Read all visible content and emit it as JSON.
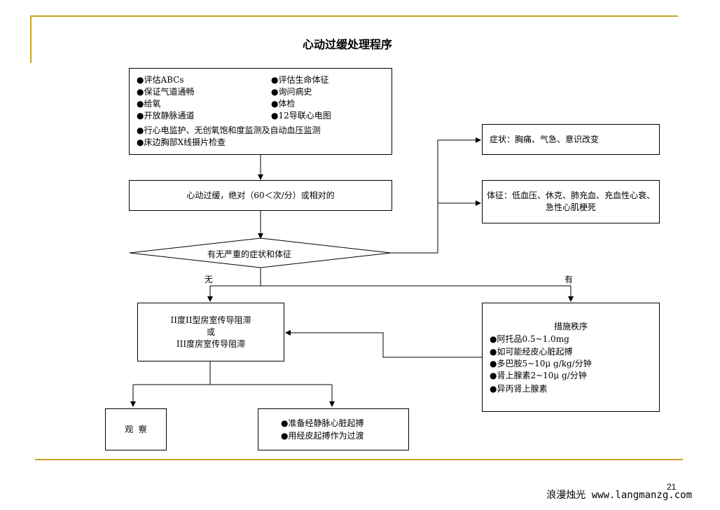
{
  "title": "心动过缓处理程序",
  "assess": {
    "left": [
      "●评估ABCs",
      "●保证气道通畅",
      "●给氧",
      "●开放静脉通道"
    ],
    "right": [
      "●评估生命体征",
      "●询问病史",
      "●体检",
      "●12导联心电图"
    ],
    "full": [
      "●行心电监护、无创氧饱和度监测及自动血压监测",
      "●床边胸部X线摄片检查"
    ]
  },
  "brady": "心动过缓，绝对（60＜次/分）或相对的",
  "decision": "有无严重的症状和体征",
  "symptoms": "症状：胸痛、气急、意识改变",
  "signs": "体征：低血压、休克、肺充血、充血性心衰、急性心肌梗死",
  "no_label": "无",
  "yes_label": "有",
  "block": {
    "line1": "II度II型房室传导阻滞",
    "line2": "或",
    "line3": "III度房室传导阻滞"
  },
  "measures": {
    "title": "措施秩序",
    "items": [
      "●阿托品0.5~1.0mg",
      "●如可能经皮心脏起搏",
      "●多巴胺5~10μ g/kg/分钟",
      "●肾上腺素2~10μ g/分钟",
      "●异丙肾上腺素"
    ]
  },
  "observe": "观  察",
  "pacing": [
    "●准备经静脉心脏起搏",
    "●用经皮起搏作为过渡"
  ],
  "page_number": "21",
  "footer": "浪漫烛光 www.langmanzg.com"
}
